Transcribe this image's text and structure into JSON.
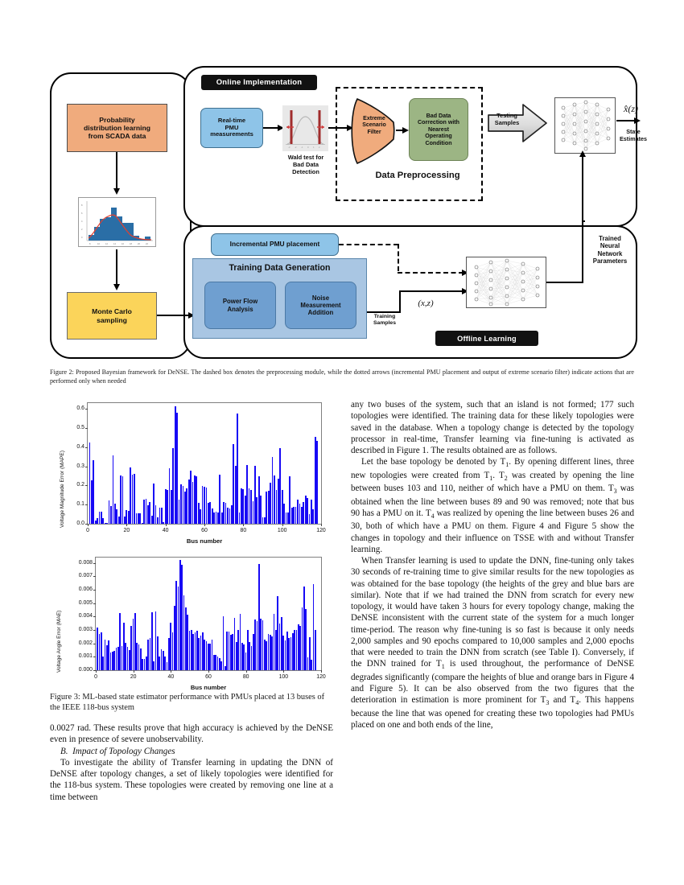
{
  "figure2": {
    "labels": {
      "online_implementation": "Online Implementation",
      "offline_learning": "Offline Learning",
      "probability_box": "Probability\ndistribution learning\nfrom SCADA data",
      "realtime_pmu": "Real-time\nPMU\nmeasurements",
      "wald_test": "Wald test for\nBad Data\nDetection",
      "extreme_scenario_filter": "Extreme\nScenario\nFilter",
      "bad_data_correction": "Bad Data\nCorrection with\nNearest\nOperating\nCondition",
      "data_preprocessing": "Data Preprocessing",
      "testing_samples": "Testing\nSamples",
      "state_estimates": "State\nEstimates",
      "x_hat_z": "x̂(z)",
      "incremental_pmu": "Incremental PMU placement",
      "training_data_generation": "Training Data Generation",
      "power_flow_analysis": "Power Flow\nAnalysis",
      "noise_measurement": "Noise\nMeasurement\nAddition",
      "monte_carlo": "Monte Carlo\nsampling",
      "training_samples": "Training\nSamples",
      "xz_pair": "(x,z)",
      "trained_nn_params": "Trained\nNeural\nNetwork\nParameters"
    },
    "colors": {
      "orange": "#f0ab7d",
      "blue_light": "#8ec4e8",
      "blue_medium": "#a9c6e3",
      "blue_dark": "#6f9fd0",
      "green": "#9cb584",
      "yellow": "#fbd45a",
      "black": "#111111"
    },
    "caption": "Figure 2: Proposed Bayesian framework for DeNSE. The dashed box denotes the preprocessing module, while the dotted arrows (incremental PMU placement and output of extreme scenario filter) indicate actions that are performed only when needed"
  },
  "figure3": {
    "caption": "Figure 3: ML-based state estimator performance with PMUs placed at 13 buses of the IEEE 118-bus system"
  },
  "chart_data": [
    {
      "type": "bar",
      "title": "",
      "xlabel": "Bus number",
      "ylabel": "Voltage Magnitude Error (MAPE)",
      "xlim": [
        0,
        120
      ],
      "ylim": [
        0.0,
        0.63
      ],
      "ytick_labels": [
        "0.0",
        "0.1",
        "0.2",
        "0.3",
        "0.4",
        "0.5",
        "0.6"
      ],
      "yticks": [
        0.0,
        0.1,
        0.2,
        0.3,
        0.4,
        0.5,
        0.6
      ],
      "xtick_labels": [
        "0",
        "20",
        "40",
        "60",
        "80",
        "100",
        "120"
      ],
      "xticks": [
        0,
        20,
        40,
        60,
        80,
        100,
        120
      ],
      "bar_color": "#1708f5",
      "grid": false,
      "categories": [
        1,
        2,
        3,
        4,
        5,
        6,
        7,
        8,
        9,
        10,
        11,
        12,
        13,
        14,
        15,
        16,
        17,
        18,
        19,
        20,
        21,
        22,
        23,
        24,
        25,
        26,
        27,
        28,
        29,
        30,
        31,
        32,
        33,
        34,
        35,
        36,
        37,
        38,
        39,
        40,
        41,
        42,
        43,
        44,
        45,
        46,
        47,
        48,
        49,
        50,
        51,
        52,
        53,
        54,
        55,
        56,
        57,
        58,
        59,
        60,
        61,
        62,
        63,
        64,
        65,
        66,
        67,
        68,
        69,
        70,
        71,
        72,
        73,
        74,
        75,
        76,
        77,
        78,
        79,
        80,
        81,
        82,
        83,
        84,
        85,
        86,
        87,
        88,
        89,
        90,
        91,
        92,
        93,
        94,
        95,
        96,
        97,
        98,
        99,
        100,
        101,
        102,
        103,
        104,
        105,
        106,
        107,
        108,
        109,
        110,
        111,
        112,
        113,
        114,
        115,
        116,
        117,
        118
      ],
      "values": [
        0.425,
        0.228,
        0.333,
        0.018,
        0.03,
        0.065,
        0.065,
        0.028,
        0.005,
        0.004,
        0.123,
        0.093,
        0.355,
        0.107,
        0.075,
        0.038,
        0.25,
        0.248,
        0.036,
        0.07,
        0.068,
        0.296,
        0.258,
        0.262,
        0.055,
        0.053,
        0.054,
        0.006,
        0.125,
        0.13,
        0.098,
        0.113,
        0.042,
        0.212,
        0.098,
        0.034,
        0.086,
        0.084,
        0.01,
        0.182,
        0.176,
        0.29,
        0.175,
        0.396,
        0.612,
        0.578,
        0.127,
        0.204,
        0.198,
        0.166,
        0.186,
        0.231,
        0.277,
        0.219,
        0.253,
        0.249,
        0.109,
        0.075,
        0.198,
        0.195,
        0.188,
        0.11,
        0.113,
        0.078,
        0.058,
        0.062,
        0.06,
        0.256,
        0.058,
        0.113,
        0.108,
        0.082,
        0.08,
        0.098,
        0.415,
        0.302,
        0.577,
        0.058,
        0.185,
        0.182,
        0.148,
        0.308,
        0.184,
        0.175,
        0.118,
        0.302,
        0.139,
        0.248,
        0.145,
        0.035,
        0.034,
        0.17,
        0.172,
        0.215,
        0.347,
        0.252,
        0.178,
        0.236,
        0.394,
        0.178,
        0.105,
        0.06,
        0.06,
        0.248,
        0.085,
        0.088,
        0.09,
        0.128,
        0.105,
        0.09,
        0.115,
        0.145,
        0.135,
        0.05,
        0.127,
        0.075,
        0.452,
        0.432
      ]
    },
    {
      "type": "bar",
      "title": "",
      "xlabel": "Bus number",
      "ylabel": "Voltage Angle Error (MAE)",
      "xlim": [
        0,
        120
      ],
      "ylim": [
        0.0,
        0.0084
      ],
      "ytick_labels": [
        "0.000",
        "0.001",
        "0.002",
        "0.003",
        "0.004",
        "0.005",
        "0.006",
        "0.007",
        "0.008"
      ],
      "yticks": [
        0.0,
        0.001,
        0.002,
        0.003,
        0.004,
        0.005,
        0.006,
        0.007,
        0.008
      ],
      "xtick_labels": [
        "0",
        "20",
        "40",
        "60",
        "80",
        "100",
        "120"
      ],
      "xticks": [
        0,
        20,
        40,
        60,
        80,
        100,
        120
      ],
      "bar_color": "#1708f5",
      "grid": false,
      "categories": [
        1,
        2,
        3,
        4,
        5,
        6,
        7,
        8,
        9,
        10,
        11,
        12,
        13,
        14,
        15,
        16,
        17,
        18,
        19,
        20,
        21,
        22,
        23,
        24,
        25,
        26,
        27,
        28,
        29,
        30,
        31,
        32,
        33,
        34,
        35,
        36,
        37,
        38,
        39,
        40,
        41,
        42,
        43,
        44,
        45,
        46,
        47,
        48,
        49,
        50,
        51,
        52,
        53,
        54,
        55,
        56,
        57,
        58,
        59,
        60,
        61,
        62,
        63,
        64,
        65,
        66,
        67,
        68,
        69,
        70,
        71,
        72,
        73,
        74,
        75,
        76,
        77,
        78,
        79,
        80,
        81,
        82,
        83,
        84,
        85,
        86,
        87,
        88,
        89,
        90,
        91,
        92,
        93,
        94,
        95,
        96,
        97,
        98,
        99,
        100,
        101,
        102,
        103,
        104,
        105,
        106,
        107,
        108,
        109,
        110,
        111,
        112,
        113,
        114,
        115,
        116,
        117,
        118
      ],
      "values": [
        0.00318,
        0.00268,
        0.0028,
        0.00105,
        0.0023,
        0.00188,
        0.00225,
        0.00135,
        0.00138,
        0.00142,
        0.0017,
        0.00172,
        0.00428,
        0.00182,
        0.00355,
        0.00205,
        0.00175,
        0.00148,
        0.0033,
        0.00382,
        0.00428,
        0.00205,
        0.00195,
        0.0016,
        0.00086,
        0.00085,
        0.001,
        0.00228,
        0.0024,
        0.0043,
        0.00068,
        0.0044,
        0.0025,
        0.001,
        0.00155,
        0.00143,
        0.001,
        0.0006,
        0.0024,
        0.00352,
        0.00282,
        0.0048,
        0.00668,
        0.00622,
        0.0082,
        0.00788,
        0.0056,
        0.0047,
        0.00412,
        0.00296,
        0.003,
        0.0027,
        0.0028,
        0.00296,
        0.00242,
        0.00258,
        0.00282,
        0.00228,
        0.00214,
        0.00196,
        0.002,
        0.0023,
        0.00116,
        0.00112,
        0.001,
        0.0009,
        0.00068,
        0.004,
        0.00028,
        0.00288,
        0.0029,
        0.00264,
        0.00268,
        0.00392,
        0.00212,
        0.003,
        0.00418,
        0.00205,
        0.0019,
        0.00135,
        0.003,
        0.00208,
        0.00182,
        0.0027,
        0.0038,
        0.00368,
        0.0079,
        0.00382,
        0.0037,
        0.00228,
        0.00215,
        0.00268,
        0.00262,
        0.00252,
        0.00418,
        0.003,
        0.00555,
        0.00348,
        0.00398,
        0.00258,
        0.00224,
        0.0029,
        0.0024,
        0.00248,
        0.00278,
        0.003,
        0.00298,
        0.00342,
        0.0033,
        0.00466,
        0.00622,
        0.00455,
        0.00095,
        0.00248,
        0.00078,
        0.00645,
        0.00302
      ]
    }
  ],
  "left_column": {
    "para1": "0.0027 rad. These results prove that high accuracy is achieved by the DeNSE even in presence of severe unobservability.",
    "section_label": "B.",
    "section_title": "Impact of Topology Changes",
    "para2": "To investigate the ability of Transfer learning in updating the DNN of DeNSE after topology changes, a set of likely topologies were identified for the 118-bus system. These topologies were created by removing one line at a time between"
  },
  "right_column": {
    "para1": "any two buses of the system, such that an island is not formed; 177 such topologies were identified. The training data for these likely topologies were saved in the database. When a topology change is detected by the topology processor in real-time, Transfer learning via fine-tuning is activated as described in Figure 1. The results obtained are as follows.",
    "para2_parts": {
      "a": "Let the base topology be denoted by T",
      "a_sub": "1",
      "b": ". By opening different lines, three new topologies were created from T",
      "b_sub": "1",
      "c": ". T",
      "c_sub": "2",
      "d": " was created by opening the line between buses 103 and 110, neither of which have a PMU on them. T",
      "d_sub": "3",
      "e": " was obtained when the line between buses 89 and 90 was removed; note that bus 90 has a PMU on it. T",
      "e_sub": "4",
      "f": " was realized by opening the line between buses 26 and 30, both of which have a PMU on them. Figure 4 and Figure 5 show the changes in topology and their influence on TSSE with and without Transfer learning."
    },
    "para3_parts": {
      "a": "When Transfer learning is used to update the DNN, fine-tuning only takes 30 seconds of re-training time to give similar results for the new topologies as was obtained for the base topology (the heights of the grey and blue bars are similar). Note that if we had trained the DNN from scratch for every new topology, it would have taken 3 hours for every topology change, making the DeNSE inconsistent with the current state of the system for a much longer time-period. The reason why fine-tuning is so fast is because it only needs 2,000 samples and 90 epochs compared to 10,000 samples and 2,000 epochs that were needed to train the DNN from scratch (see Table I). Conversely, if the DNN trained for T",
      "a_sub": "1",
      "b": " is used throughout, the performance of DeNSE degrades significantly (compare the heights of blue and orange bars in Figure 4 and Figure 5). It can be also observed from the two figures that the deterioration in estimation is more prominent for T",
      "b_sub": "3",
      "c": " and T",
      "c_sub": "4",
      "d": ". This happens because the line that was opened for creating these two topologies had PMUs placed on one and both ends of the line,"
    }
  }
}
